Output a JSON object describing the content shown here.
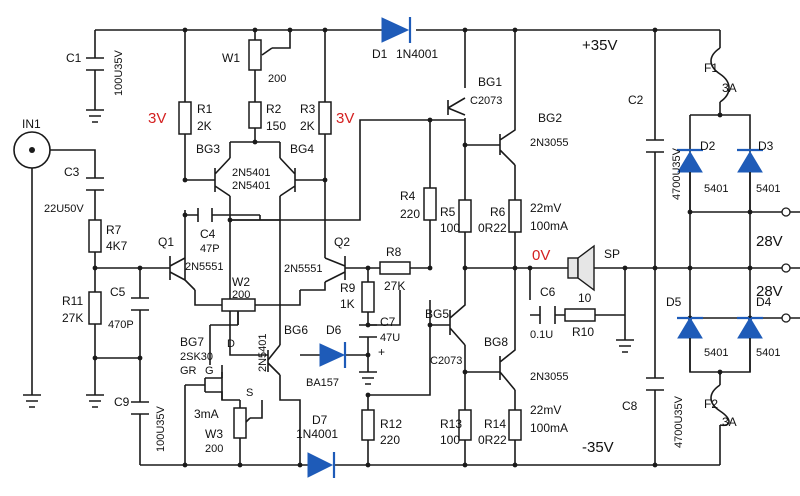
{
  "schematic": {
    "connector": {
      "name": "IN1"
    },
    "supply": {
      "pos_label": "+35V",
      "neg_label": "-35V",
      "bias_left": "3V",
      "bias_right": "3V",
      "out_label": "0V",
      "sec1": "28V",
      "sec2": "28V"
    },
    "resistors": [
      {
        "ref": "R1",
        "value": "2K"
      },
      {
        "ref": "R2",
        "value": "150"
      },
      {
        "ref": "R3",
        "value": "2K"
      },
      {
        "ref": "R4",
        "value": "220"
      },
      {
        "ref": "R5",
        "value": "100"
      },
      {
        "ref": "R6",
        "value": "0R22"
      },
      {
        "ref": "R7",
        "value": "4K7"
      },
      {
        "ref": "R8",
        "value": "27K"
      },
      {
        "ref": "R9",
        "value": "1K"
      },
      {
        "ref": "R10",
        "value": "10"
      },
      {
        "ref": "R11",
        "value": "27K"
      },
      {
        "ref": "R12",
        "value": "220"
      },
      {
        "ref": "R13",
        "value": "100"
      },
      {
        "ref": "R14",
        "value": "0R22"
      }
    ],
    "capacitors": [
      {
        "ref": "C1",
        "value": "100U35V"
      },
      {
        "ref": "C2",
        "value": "4700U35V"
      },
      {
        "ref": "C3",
        "value": "22U50V"
      },
      {
        "ref": "C4",
        "value": "47P"
      },
      {
        "ref": "C5",
        "value": "470P"
      },
      {
        "ref": "C6",
        "value": "0.1U"
      },
      {
        "ref": "C7",
        "value": "47U"
      },
      {
        "ref": "C8",
        "value": "4700U35V"
      },
      {
        "ref": "C9",
        "value": "100U35V"
      }
    ],
    "pots": [
      {
        "ref": "W1",
        "value": "200"
      },
      {
        "ref": "W2",
        "value": "200"
      },
      {
        "ref": "W3",
        "value": "200"
      }
    ],
    "transistors": [
      {
        "ref": "Q1",
        "part": "2N5551"
      },
      {
        "ref": "Q2",
        "part": "2N5551"
      },
      {
        "ref": "BG1",
        "part": "C2073"
      },
      {
        "ref": "BG2",
        "part": "2N3055"
      },
      {
        "ref": "BG3",
        "part": "2N5401"
      },
      {
        "ref": "BG4",
        "part": "2N5401"
      },
      {
        "ref": "BG5",
        "part": "C2073"
      },
      {
        "ref": "BG6",
        "part": "2N5401"
      },
      {
        "ref": "BG7",
        "part": "2SK30"
      },
      {
        "ref": "BG8",
        "part": "2N3055"
      }
    ],
    "diodes": [
      {
        "ref": "D1",
        "part": "1N4001"
      },
      {
        "ref": "D2",
        "part": "5401"
      },
      {
        "ref": "D3",
        "part": "5401"
      },
      {
        "ref": "D4",
        "part": "5401"
      },
      {
        "ref": "D5",
        "part": "5401"
      },
      {
        "ref": "D6",
        "part": "BA157"
      },
      {
        "ref": "D7",
        "part": "1N4001"
      }
    ],
    "fuses": [
      {
        "ref": "F1",
        "value": "3A"
      },
      {
        "ref": "F2",
        "value": "3A"
      }
    ],
    "speaker": {
      "ref": "SP"
    },
    "annotations": {
      "bg6_part": "2N5401",
      "bg7_gr": "GR",
      "bg7_g": "G",
      "bg7_d": "D",
      "bg7_s": "S",
      "current": "3mA",
      "bg1_drop": "22mV",
      "bg1_current": "100mA",
      "bg8_drop": "22mV",
      "bg8_current": "100mA",
      "c7_plus": "+"
    }
  }
}
